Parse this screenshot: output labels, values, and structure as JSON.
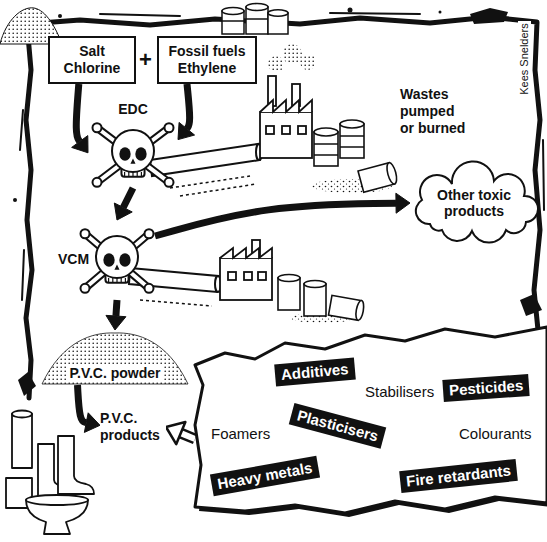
{
  "diagram": {
    "nodes": [
      {
        "text": [
          "Salt Chlorine"
        ]
      },
      {
        "text": [
          "Fossil fuels Ethylene"
        ]
      },
      {
        "text": [
          "EDC"
        ]
      },
      {
        "text": [
          "VCM"
        ]
      },
      {
        "text": [
          "Other toxic products"
        ]
      },
      {
        "text": [
          "P.V.C. powder"
        ]
      },
      {
        "text": [
          "P.V.C. products"
        ]
      },
      {
        "text": [
          "Stabilisers",
          "Foamers",
          "Colourants"
        ]
      },
      {
        "text": [
          "Additives"
        ],
        "in": 7
      },
      {
        "text": [
          "Pesticides"
        ],
        "in": 7
      },
      {
        "text": [
          "Plasticisers"
        ],
        "in": 7
      },
      {
        "text": [
          "Heavy metals"
        ],
        "in": 7
      },
      {
        "text": [
          "Fire retardants"
        ],
        "in": 7
      }
    ],
    "edges": [
      {
        "from": 0,
        "to": 2,
        "arrow": "to"
      },
      {
        "from": 1,
        "to": 2,
        "arrow": "to"
      },
      {
        "from": 2,
        "to": 3,
        "arrow": "to"
      },
      {
        "from": 3,
        "to": 4,
        "arrow": "to"
      },
      {
        "from": 3,
        "to": 5,
        "arrow": "to"
      },
      {
        "from": 5,
        "to": 6,
        "arrow": "to"
      },
      {
        "from": 7,
        "to": 6,
        "arrow": "to"
      }
    ],
    "labels": [
      "+",
      "Wastes pumped or burned",
      "Kees Snelders"
    ]
  }
}
